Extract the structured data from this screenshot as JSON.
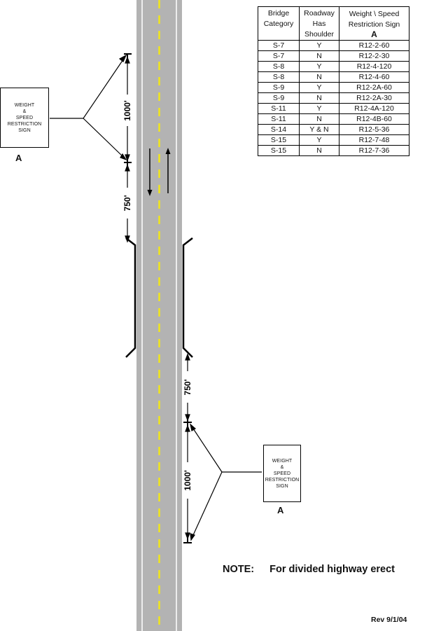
{
  "table": {
    "headers": [
      [
        "Bridge",
        "Category"
      ],
      [
        "Roadway",
        "Has",
        "Shoulder"
      ],
      [
        "Weight \\ Speed",
        "Restriction Sign"
      ]
    ],
    "header_sign_letter": "A",
    "rows": [
      [
        "S-7",
        "Y",
        "R12-2-60"
      ],
      [
        "S-7",
        "N",
        "R12-2-30"
      ],
      [
        "S-8",
        "Y",
        "R12-4-120"
      ],
      [
        "S-8",
        "N",
        "R12-4-60"
      ],
      [
        "S-9",
        "Y",
        "R12-2A-60"
      ],
      [
        "S-9",
        "N",
        "R12-2A-30"
      ],
      [
        "S-11",
        "Y",
        "R12-4A-120"
      ],
      [
        "S-11",
        "N",
        "R12-4B-60"
      ],
      [
        "S-14",
        "Y & N",
        "R12-5-36"
      ],
      [
        "S-15",
        "Y",
        "R12-7-48"
      ],
      [
        "S-15",
        "N",
        "R12-7-36"
      ]
    ]
  },
  "signs": {
    "left": {
      "lines": [
        "WEIGHT",
        "&",
        "SPEED",
        "RESTRICTION",
        "SIGN"
      ],
      "letter": "A"
    },
    "right": {
      "lines": [
        "WEIGHT",
        "&",
        "SPEED",
        "RESTRICTION",
        "SIGN"
      ],
      "letter": "A"
    }
  },
  "dimensions": {
    "upper_far": "1000'",
    "upper_near": "750'",
    "lower_near": "750'",
    "lower_far": "1000'"
  },
  "note": {
    "label": "NOTE:",
    "text": "For divided highway erect"
  },
  "revision": "Rev 9/1/04",
  "colors": {
    "road": "#b3b3b3",
    "edge_line": "#ffffff",
    "center_line": "#f2e61a",
    "ink": "#000000"
  }
}
